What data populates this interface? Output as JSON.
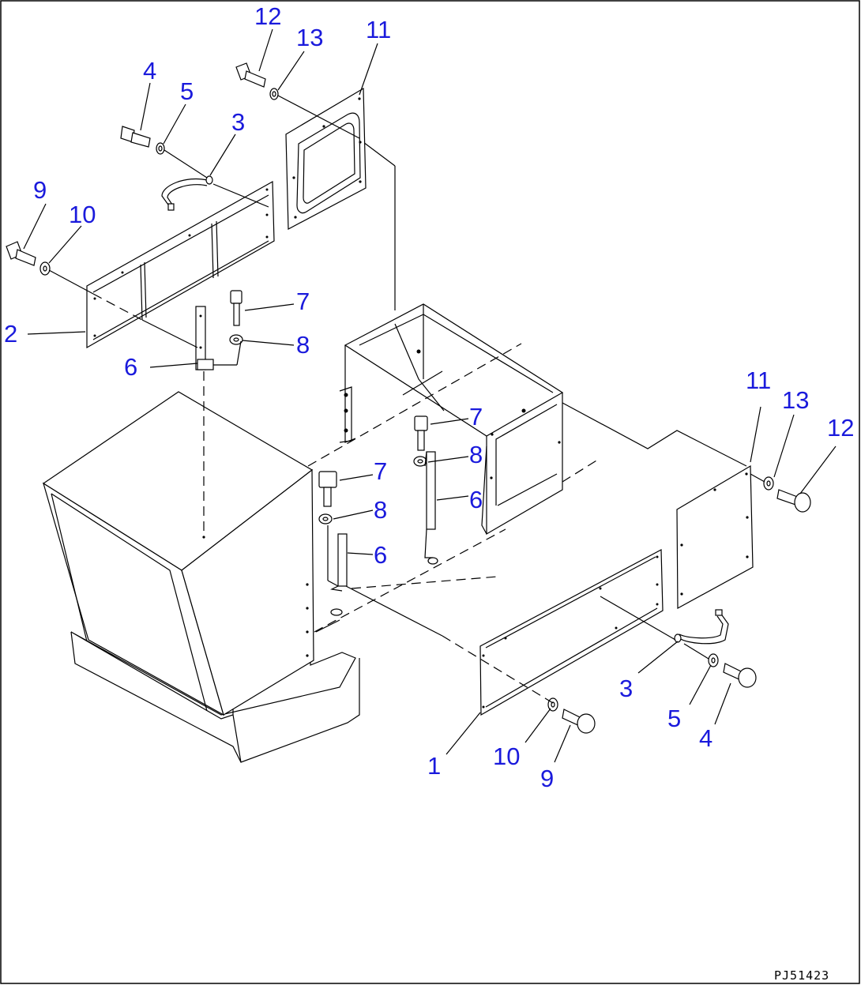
{
  "drawing_code": "PJ51423",
  "callout_color": "#1a1adc",
  "callouts": [
    {
      "id": "c12a",
      "text": "12"
    },
    {
      "id": "c13a",
      "text": "13"
    },
    {
      "id": "c11a",
      "text": "11"
    },
    {
      "id": "c4a",
      "text": "4"
    },
    {
      "id": "c5a",
      "text": "5"
    },
    {
      "id": "c3a",
      "text": "3"
    },
    {
      "id": "c9a",
      "text": "9"
    },
    {
      "id": "c10a",
      "text": "10"
    },
    {
      "id": "c2",
      "text": "2"
    },
    {
      "id": "c7a",
      "text": "7"
    },
    {
      "id": "c8a",
      "text": "8"
    },
    {
      "id": "c6a",
      "text": "6"
    },
    {
      "id": "c11b",
      "text": "11"
    },
    {
      "id": "c13b",
      "text": "13"
    },
    {
      "id": "c12b",
      "text": "12"
    },
    {
      "id": "c7b",
      "text": "7"
    },
    {
      "id": "c8b",
      "text": "8"
    },
    {
      "id": "c6b",
      "text": "6"
    },
    {
      "id": "c7c",
      "text": "7"
    },
    {
      "id": "c8c",
      "text": "8"
    },
    {
      "id": "c6c",
      "text": "6"
    },
    {
      "id": "c3b",
      "text": "3"
    },
    {
      "id": "c5b",
      "text": "5"
    },
    {
      "id": "c4b",
      "text": "4"
    },
    {
      "id": "c1",
      "text": "1"
    },
    {
      "id": "c10b",
      "text": "10"
    },
    {
      "id": "c9b",
      "text": "9"
    }
  ]
}
